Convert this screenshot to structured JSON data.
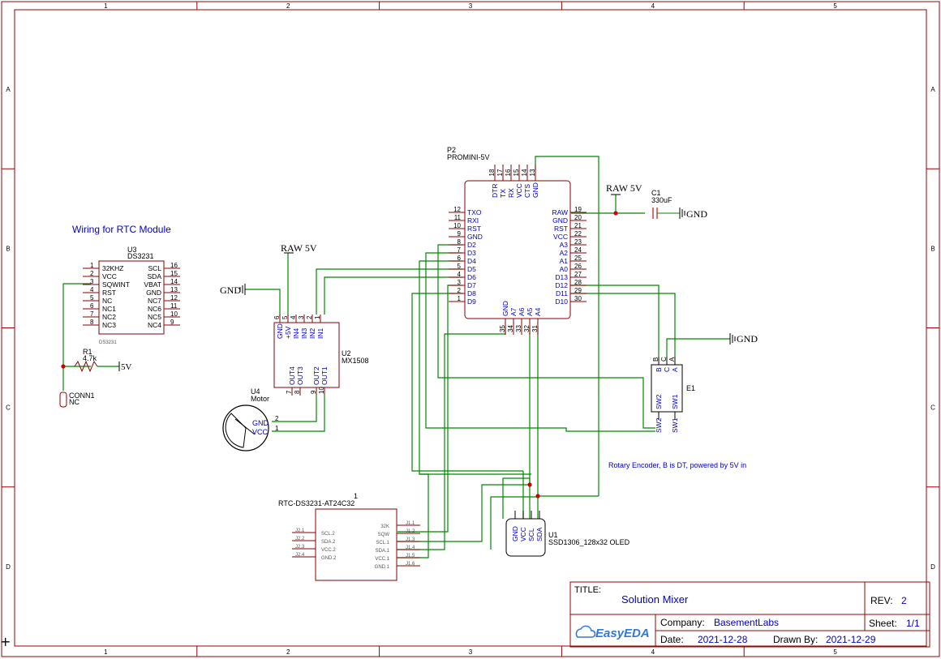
{
  "grid": {
    "columns": [
      "1",
      "2",
      "3",
      "4",
      "5"
    ],
    "rows": [
      "A",
      "B",
      "C",
      "D"
    ]
  },
  "colors": {
    "frame": "#990000",
    "wire": "#008800",
    "part": "#880000",
    "pin": "#0000cc",
    "label": "#000000",
    "note": "#0000cc"
  },
  "notes": {
    "rtc_heading": "Wiring for RTC Module",
    "encoder_note": "Rotary Encoder, B is DT, powered by 5V in"
  },
  "power": {
    "raw5v": "RAW 5V",
    "gnd": "GND",
    "v5": "5V"
  },
  "components": {
    "u3": {
      "ref": "U3",
      "name": "DS3231",
      "footprint": "DS3231",
      "left_pins": [
        {
          "num": "1",
          "name": "32KHZ"
        },
        {
          "num": "2",
          "name": "VCC"
        },
        {
          "num": "3",
          "name": "SQWINT"
        },
        {
          "num": "4",
          "name": "RST"
        },
        {
          "num": "5",
          "name": "NC"
        },
        {
          "num": "6",
          "name": "NC1"
        },
        {
          "num": "7",
          "name": "NC2"
        },
        {
          "num": "8",
          "name": "NC3"
        }
      ],
      "right_pins": [
        {
          "num": "16",
          "name": "SCL"
        },
        {
          "num": "15",
          "name": "SDA"
        },
        {
          "num": "14",
          "name": "VBAT"
        },
        {
          "num": "13",
          "name": "GND"
        },
        {
          "num": "12",
          "name": "NC7"
        },
        {
          "num": "11",
          "name": "NC6"
        },
        {
          "num": "10",
          "name": "NC5"
        },
        {
          "num": "9",
          "name": "NC4"
        }
      ]
    },
    "r1": {
      "ref": "R1",
      "value": "4.7k"
    },
    "conn1": {
      "ref": "CONN1",
      "value": "NC"
    },
    "p2": {
      "ref": "P2",
      "name": "PROMINI-5V",
      "top_pins": [
        {
          "num": "18",
          "name": "DTR"
        },
        {
          "num": "17",
          "name": "TX"
        },
        {
          "num": "16",
          "name": "RX"
        },
        {
          "num": "15",
          "name": "VCC"
        },
        {
          "num": "14",
          "name": "CTS"
        },
        {
          "num": "13",
          "name": "GND"
        }
      ],
      "left_pins": [
        {
          "num": "12",
          "name": "TXO"
        },
        {
          "num": "11",
          "name": "RXI"
        },
        {
          "num": "10",
          "name": "RST"
        },
        {
          "num": "9",
          "name": "GND"
        },
        {
          "num": "8",
          "name": "D2"
        },
        {
          "num": "7",
          "name": "D3"
        },
        {
          "num": "6",
          "name": "D4"
        },
        {
          "num": "5",
          "name": "D5"
        },
        {
          "num": "4",
          "name": "D6"
        },
        {
          "num": "3",
          "name": "D7"
        },
        {
          "num": "2",
          "name": "D8"
        },
        {
          "num": "1",
          "name": "D9"
        }
      ],
      "right_pins": [
        {
          "num": "19",
          "name": "RAW"
        },
        {
          "num": "20",
          "name": "GND"
        },
        {
          "num": "21",
          "name": "RST"
        },
        {
          "num": "22",
          "name": "VCC"
        },
        {
          "num": "23",
          "name": "A3"
        },
        {
          "num": "24",
          "name": "A2"
        },
        {
          "num": "25",
          "name": "A1"
        },
        {
          "num": "26",
          "name": "A0"
        },
        {
          "num": "27",
          "name": "D13"
        },
        {
          "num": "28",
          "name": "D12"
        },
        {
          "num": "29",
          "name": "D11"
        },
        {
          "num": "30",
          "name": "D10"
        }
      ],
      "bottom_pins": [
        {
          "num": "35",
          "name": "GND"
        },
        {
          "num": "34",
          "name": "A7"
        },
        {
          "num": "33",
          "name": "A6"
        },
        {
          "num": "32",
          "name": "A5"
        },
        {
          "num": "31",
          "name": "A4"
        }
      ]
    },
    "c1": {
      "ref": "C1",
      "value": "330uF"
    },
    "u2": {
      "ref": "U2",
      "name": "MX1508",
      "top_pins": [
        {
          "num": "6",
          "name": "GND"
        },
        {
          "num": "5",
          "name": "+5V"
        },
        {
          "num": "4",
          "name": "IN4"
        },
        {
          "num": "3",
          "name": "IN3"
        },
        {
          "num": "2",
          "name": "IN2"
        },
        {
          "num": "1",
          "name": "IN1"
        }
      ],
      "bottom_pins": [
        {
          "num": "7",
          "name": "OUT4"
        },
        {
          "num": "8",
          "name": "OUT3"
        },
        {
          "num": "9",
          "name": "OUT2"
        },
        {
          "num": "10",
          "name": "OUT1"
        }
      ]
    },
    "u4": {
      "ref": "U4",
      "name": "Motor",
      "pins": [
        {
          "num": "2",
          "name": "GND"
        },
        {
          "num": "1",
          "name": "VCC"
        }
      ]
    },
    "e1": {
      "ref": "E1",
      "top_pins": [
        {
          "num": "B",
          "name": "B"
        },
        {
          "num": "C",
          "name": "C"
        },
        {
          "num": "A",
          "name": "A"
        }
      ],
      "body_pins": [
        "SW2",
        "SW1"
      ],
      "bottom_pins": [
        "SW2",
        "SW1"
      ]
    },
    "rtc": {
      "ref": "1",
      "name": "RTC-DS3231-AT24C32",
      "left_refs": [
        "J2.1",
        "J2.2",
        "J2.3",
        "J2.4"
      ],
      "left_names": [
        "SCL.2",
        "SDA.2",
        "VCC.2",
        "GND.2"
      ],
      "right_names": [
        "32K",
        "SQW",
        "SCL.1",
        "SDA.1",
        "VCC.1",
        "GND.1"
      ],
      "right_refs": [
        "J1.1",
        "J1.2",
        "J1.3",
        "J1.4",
        "J1.5",
        "J1.6"
      ]
    },
    "u1": {
      "ref": "U1",
      "name": "SSD1306_128x32 OLED",
      "pins": [
        "GND",
        "VCC",
        "SCL",
        "SDA"
      ]
    }
  },
  "title_block": {
    "title_label": "TITLE:",
    "title": "Solution Mixer",
    "rev_label": "REV:",
    "rev": "2",
    "company_label": "Company:",
    "company": "BasementLabs",
    "sheet_label": "Sheet:",
    "sheet": "1/1",
    "date_label": "Date:",
    "date": "2021-12-28",
    "drawn_label": "Drawn By:",
    "drawn": "2021-12-29",
    "logo_text": "EasyEDA"
  },
  "cursor_glyph": "+"
}
